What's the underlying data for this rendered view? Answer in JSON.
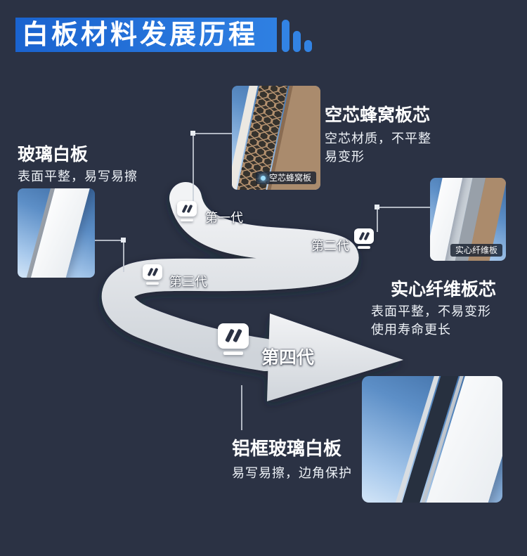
{
  "title": "白板材料发展历程",
  "colors": {
    "background": "#2b3244",
    "accent_blue": "#2f80e2",
    "road": "#e3e6ea",
    "card_blue": "#5d8fc7"
  },
  "icons": {
    "title_bars": "bar-chart-icon",
    "generation_marker": "whiteboard-icon",
    "label_marker": "glow-dot-icon"
  },
  "generations": [
    {
      "label": "第一代"
    },
    {
      "label": "第二代"
    },
    {
      "label": "第三代"
    },
    {
      "label": "第四代"
    }
  ],
  "sections": {
    "honeycomb": {
      "heading": "空芯蜂窝板芯",
      "line1": "空芯材质，不平整",
      "line2": "易变形",
      "image_label": "空芯蜂窝板"
    },
    "glass": {
      "heading": "玻璃白板",
      "line1": "表面平整，易写易擦"
    },
    "fiber": {
      "heading": "实心纤维板芯",
      "line1": "表面平整，不易变形",
      "line2": "使用寿命更长",
      "image_label": "实心纤维板"
    },
    "aluminum": {
      "heading": "铝框玻璃白板",
      "line1": "易写易擦，边角保护"
    }
  }
}
